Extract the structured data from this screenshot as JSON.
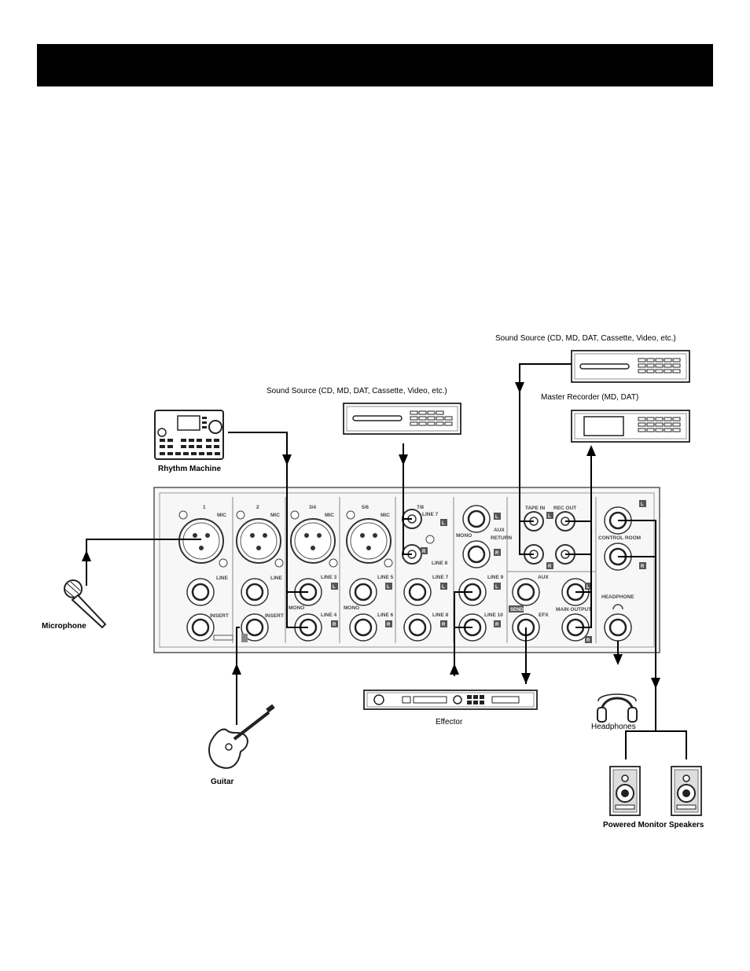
{
  "header": {
    "bar_color": "#000000"
  },
  "devices": {
    "rhythm_machine": "Rhythm Machine",
    "microphone": "Microphone",
    "guitar": "Guitar",
    "sound_source_center": "Sound Source (CD, MD, DAT, Cassette, Video, etc.)",
    "sound_source_right": "Sound Source (CD, MD, DAT, Cassette, Video, etc.)",
    "master_recorder": "Master Recorder (MD, DAT)",
    "effector": "Effector",
    "headphones": "Headphones",
    "powered_monitor_speakers": "Powered Monitor Speakers"
  },
  "panel": {
    "ch1": "1",
    "ch2": "2",
    "ch34": "3/4",
    "ch56": "5/6",
    "ch78": "7/8",
    "mic": "MIC",
    "line": "LINE",
    "insert": "INSERT",
    "mono": "MONO",
    "line3": "LINE 3",
    "line4": "LINE 4",
    "line5": "LINE 5",
    "line6": "LINE 6",
    "line7": "LINE 7",
    "line8": "LINE 8",
    "line9": "LINE 9",
    "line10": "LINE 10",
    "aux": "AUX",
    "return": "RETURN",
    "tape_in": "TAPE IN",
    "rec_out": "REC OUT",
    "send": "SEND",
    "efx": "EFX",
    "main_output": "MAIN OUTPUT",
    "control_room": "CONTROL ROOM",
    "headphone": "HEADPHONE",
    "L": "L",
    "R": "R"
  }
}
